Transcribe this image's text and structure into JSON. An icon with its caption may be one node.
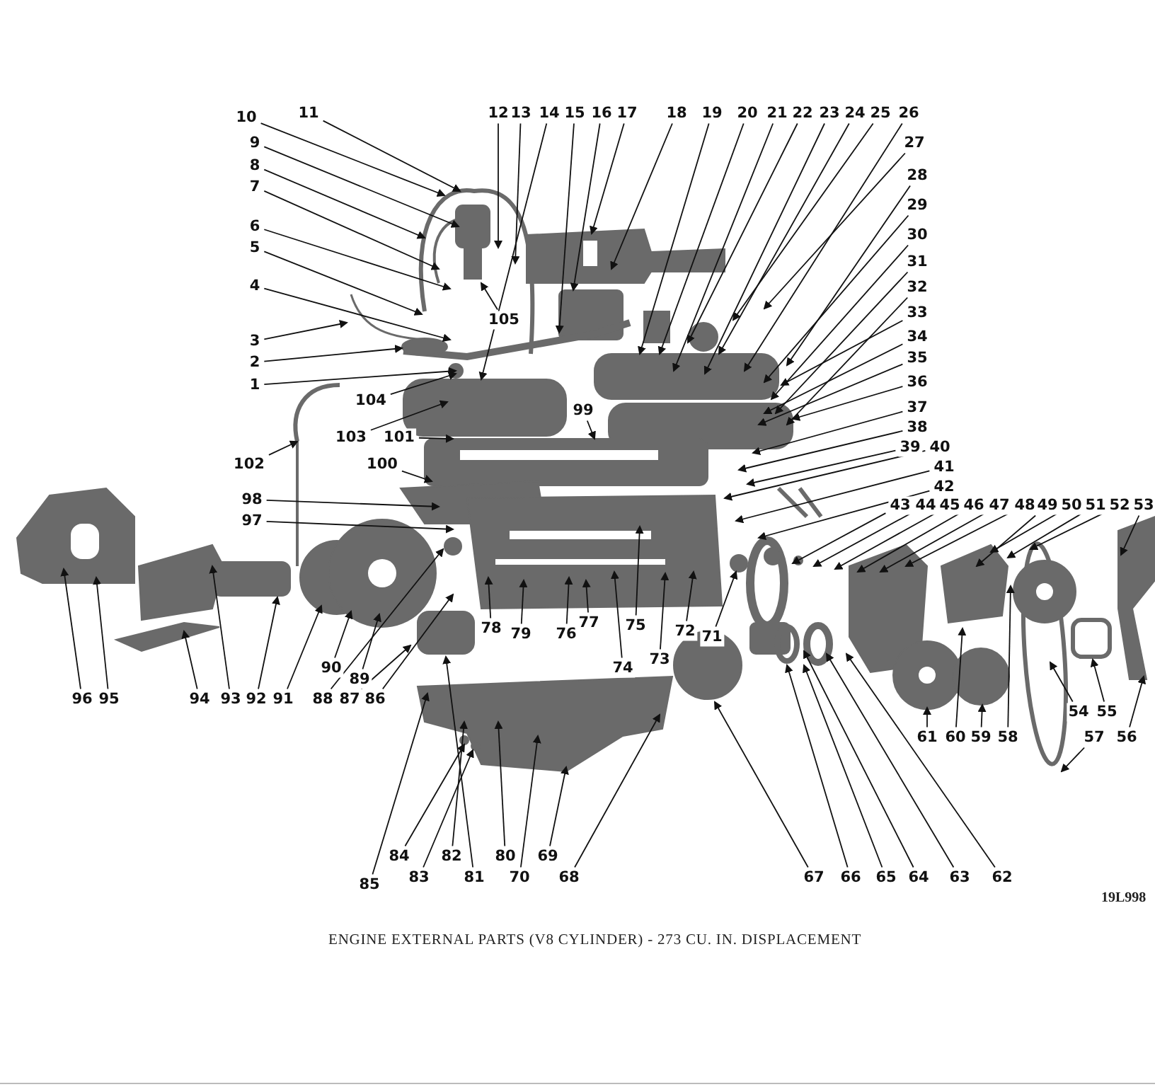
{
  "diagram": {
    "caption": "ENGINE EXTERNAL PARTS (V8 CYLINDER) - 273 CU. IN. DISPLACEMENT",
    "nodes": [
      {
        "text": [
          "1"
        ]
      },
      {
        "text": [
          "2"
        ]
      },
      {
        "text": [
          "3"
        ]
      },
      {
        "text": [
          "4"
        ]
      },
      {
        "text": [
          "5"
        ]
      },
      {
        "text": [
          "6"
        ]
      },
      {
        "text": [
          "7"
        ]
      },
      {
        "text": [
          "8"
        ]
      },
      {
        "text": [
          "9"
        ]
      },
      {
        "text": [
          "10"
        ]
      },
      {
        "text": [
          "11"
        ]
      },
      {
        "text": [
          "12"
        ]
      },
      {
        "text": [
          "13"
        ]
      },
      {
        "text": [
          "14"
        ]
      },
      {
        "text": [
          "15"
        ]
      },
      {
        "text": [
          "16"
        ]
      },
      {
        "text": [
          "17"
        ]
      },
      {
        "text": [
          "18"
        ]
      },
      {
        "text": [
          "19"
        ]
      },
      {
        "text": [
          "20"
        ]
      },
      {
        "text": [
          "21"
        ]
      },
      {
        "text": [
          "22"
        ]
      },
      {
        "text": [
          "23"
        ]
      },
      {
        "text": [
          "24"
        ]
      },
      {
        "text": [
          "25"
        ]
      },
      {
        "text": [
          "26"
        ]
      },
      {
        "text": [
          "27"
        ]
      },
      {
        "text": [
          "28"
        ]
      },
      {
        "text": [
          "29"
        ]
      },
      {
        "text": [
          "30"
        ]
      },
      {
        "text": [
          "31"
        ]
      },
      {
        "text": [
          "32"
        ]
      },
      {
        "text": [
          "33"
        ]
      },
      {
        "text": [
          "34"
        ]
      },
      {
        "text": [
          "35"
        ]
      },
      {
        "text": [
          "36"
        ]
      },
      {
        "text": [
          "37"
        ]
      },
      {
        "text": [
          "38"
        ]
      },
      {
        "text": [
          "39"
        ]
      },
      {
        "text": [
          "40"
        ]
      },
      {
        "text": [
          "41"
        ]
      },
      {
        "text": [
          "42"
        ]
      },
      {
        "text": [
          "43"
        ]
      },
      {
        "text": [
          "44"
        ]
      },
      {
        "text": [
          "45"
        ]
      },
      {
        "text": [
          "46"
        ]
      },
      {
        "text": [
          "47"
        ]
      },
      {
        "text": [
          "48"
        ]
      },
      {
        "text": [
          "49"
        ]
      },
      {
        "text": [
          "50"
        ]
      },
      {
        "text": [
          "51"
        ]
      },
      {
        "text": [
          "52"
        ]
      },
      {
        "text": [
          "53"
        ]
      },
      {
        "text": [
          "54"
        ]
      },
      {
        "text": [
          "55"
        ]
      },
      {
        "text": [
          "56"
        ]
      },
      {
        "text": [
          "57"
        ]
      },
      {
        "text": [
          "58"
        ]
      },
      {
        "text": [
          "59"
        ]
      },
      {
        "text": [
          "60"
        ]
      },
      {
        "text": [
          "61"
        ]
      },
      {
        "text": [
          "62"
        ]
      },
      {
        "text": [
          "63"
        ]
      },
      {
        "text": [
          "64"
        ]
      },
      {
        "text": [
          "65"
        ]
      },
      {
        "text": [
          "66"
        ]
      },
      {
        "text": [
          "67"
        ]
      },
      {
        "text": [
          "68"
        ]
      },
      {
        "text": [
          "69"
        ]
      },
      {
        "text": [
          "70"
        ]
      },
      {
        "text": [
          "71"
        ]
      },
      {
        "text": [
          "72"
        ]
      },
      {
        "text": [
          "73"
        ]
      },
      {
        "text": [
          "74"
        ]
      },
      {
        "text": [
          "75"
        ]
      },
      {
        "text": [
          "76"
        ]
      },
      {
        "text": [
          "77"
        ]
      },
      {
        "text": [
          "78"
        ]
      },
      {
        "text": [
          "79"
        ]
      },
      {
        "text": [
          "80"
        ]
      },
      {
        "text": [
          "81"
        ]
      },
      {
        "text": [
          "82"
        ]
      },
      {
        "text": [
          "83"
        ]
      },
      {
        "text": [
          "84"
        ]
      },
      {
        "text": [
          "85"
        ]
      },
      {
        "text": [
          "86"
        ]
      },
      {
        "text": [
          "87"
        ]
      },
      {
        "text": [
          "88"
        ]
      },
      {
        "text": [
          "89"
        ]
      },
      {
        "text": [
          "90"
        ]
      },
      {
        "text": [
          "91"
        ]
      },
      {
        "text": [
          "92"
        ]
      },
      {
        "text": [
          "93"
        ]
      },
      {
        "text": [
          "94"
        ]
      },
      {
        "text": [
          "95"
        ]
      },
      {
        "text": [
          "96"
        ]
      },
      {
        "text": [
          "97"
        ]
      },
      {
        "text": [
          "98"
        ]
      },
      {
        "text": [
          "99"
        ]
      },
      {
        "text": [
          "100"
        ]
      },
      {
        "text": [
          "101"
        ]
      },
      {
        "text": [
          "102"
        ]
      },
      {
        "text": [
          "103"
        ]
      },
      {
        "text": [
          "104"
        ]
      },
      {
        "text": [
          "105"
        ]
      }
    ],
    "edges": [
      {
        "from": 0,
        "to": null,
        "arrow": "to"
      },
      {
        "from": 1,
        "to": null,
        "arrow": "to"
      },
      {
        "from": 2,
        "to": null,
        "arrow": "to"
      },
      {
        "from": 3,
        "to": null,
        "arrow": "to"
      },
      {
        "from": 4,
        "to": null,
        "arrow": "to"
      },
      {
        "from": 5,
        "to": null,
        "arrow": "to"
      },
      {
        "from": 6,
        "to": null,
        "arrow": "to"
      },
      {
        "from": 7,
        "to": null,
        "arrow": "to"
      },
      {
        "from": 8,
        "to": null,
        "arrow": "to"
      },
      {
        "from": 9,
        "to": null,
        "arrow": "to"
      },
      {
        "from": 10,
        "to": null,
        "arrow": "to"
      },
      {
        "from": 11,
        "to": null,
        "arrow": "to"
      },
      {
        "from": 12,
        "to": null,
        "arrow": "to"
      },
      {
        "from": 13,
        "to": null,
        "arrow": "to"
      },
      {
        "from": 14,
        "to": null,
        "arrow": "to"
      },
      {
        "from": 15,
        "to": null,
        "arrow": "to"
      },
      {
        "from": 16,
        "to": null,
        "arrow": "to"
      },
      {
        "from": 17,
        "to": null,
        "arrow": "to"
      },
      {
        "from": 18,
        "to": null,
        "arrow": "to"
      },
      {
        "from": 19,
        "to": null,
        "arrow": "to"
      },
      {
        "from": 20,
        "to": null,
        "arrow": "to"
      },
      {
        "from": 21,
        "to": null,
        "arrow": "to"
      },
      {
        "from": 22,
        "to": null,
        "arrow": "to"
      },
      {
        "from": 23,
        "to": null,
        "arrow": "to"
      },
      {
        "from": 24,
        "to": null,
        "arrow": "to"
      },
      {
        "from": 25,
        "to": null,
        "arrow": "to"
      },
      {
        "from": 26,
        "to": null,
        "arrow": "to"
      },
      {
        "from": 27,
        "to": null,
        "arrow": "to"
      },
      {
        "from": 28,
        "to": null,
        "arrow": "to"
      },
      {
        "from": 29,
        "to": null,
        "arrow": "to"
      },
      {
        "from": 30,
        "to": null,
        "arrow": "to"
      },
      {
        "from": 31,
        "to": null,
        "arrow": "to"
      },
      {
        "from": 32,
        "to": null,
        "arrow": "to"
      },
      {
        "from": 33,
        "to": null,
        "arrow": "to"
      },
      {
        "from": 34,
        "to": null,
        "arrow": "to"
      },
      {
        "from": 35,
        "to": null,
        "arrow": "to"
      },
      {
        "from": 36,
        "to": null,
        "arrow": "to"
      },
      {
        "from": 37,
        "to": null,
        "arrow": "to"
      },
      {
        "from": 38,
        "to": null,
        "arrow": "to"
      },
      {
        "from": 39,
        "to": null,
        "arrow": "to"
      },
      {
        "from": 40,
        "to": null,
        "arrow": "to"
      },
      {
        "from": 41,
        "to": null,
        "arrow": "to"
      },
      {
        "from": 42,
        "to": null,
        "arrow": "to"
      },
      {
        "from": 43,
        "to": null,
        "arrow": "to"
      },
      {
        "from": 44,
        "to": null,
        "arrow": "to"
      },
      {
        "from": 45,
        "to": null,
        "arrow": "to"
      },
      {
        "from": 46,
        "to": null,
        "arrow": "to"
      },
      {
        "from": 47,
        "to": null,
        "arrow": "to"
      },
      {
        "from": 48,
        "to": null,
        "arrow": "to"
      },
      {
        "from": 49,
        "to": null,
        "arrow": "to"
      },
      {
        "from": 50,
        "to": null,
        "arrow": "to"
      },
      {
        "from": 51,
        "to": null,
        "arrow": "to"
      },
      {
        "from": 52,
        "to": null,
        "arrow": "to"
      },
      {
        "from": 53,
        "to": null,
        "arrow": "to"
      },
      {
        "from": 54,
        "to": null,
        "arrow": "to"
      },
      {
        "from": 55,
        "to": null,
        "arrow": "to"
      },
      {
        "from": 56,
        "to": null,
        "arrow": "to"
      },
      {
        "from": 57,
        "to": null,
        "arrow": "to"
      },
      {
        "from": 58,
        "to": null,
        "arrow": "to"
      },
      {
        "from": 59,
        "to": null,
        "arrow": "to"
      },
      {
        "from": 60,
        "to": null,
        "arrow": "to"
      },
      {
        "from": 61,
        "to": null,
        "arrow": "to"
      },
      {
        "from": 62,
        "to": null,
        "arrow": "to"
      },
      {
        "from": 63,
        "to": null,
        "arrow": "to"
      },
      {
        "from": 64,
        "to": null,
        "arrow": "to"
      },
      {
        "from": 65,
        "to": null,
        "arrow": "to"
      },
      {
        "from": 66,
        "to": null,
        "arrow": "to"
      },
      {
        "from": 67,
        "to": null,
        "arrow": "to"
      },
      {
        "from": 68,
        "to": null,
        "arrow": "to"
      },
      {
        "from": 69,
        "to": null,
        "arrow": "to"
      },
      {
        "from": 70,
        "to": null,
        "arrow": "to"
      },
      {
        "from": 71,
        "to": null,
        "arrow": "to"
      },
      {
        "from": 72,
        "to": null,
        "arrow": "to"
      },
      {
        "from": 73,
        "to": null,
        "arrow": "to"
      },
      {
        "from": 74,
        "to": null,
        "arrow": "to"
      },
      {
        "from": 75,
        "to": null,
        "arrow": "to"
      },
      {
        "from": 76,
        "to": null,
        "arrow": "to"
      },
      {
        "from": 77,
        "to": null,
        "arrow": "to"
      },
      {
        "from": 78,
        "to": null,
        "arrow": "to"
      },
      {
        "from": 79,
        "to": null,
        "arrow": "to"
      },
      {
        "from": 80,
        "to": null,
        "arrow": "to"
      },
      {
        "from": 81,
        "to": null,
        "arrow": "to"
      },
      {
        "from": 82,
        "to": null,
        "arrow": "to"
      },
      {
        "from": 83,
        "to": null,
        "arrow": "to"
      },
      {
        "from": 84,
        "to": null,
        "arrow": "to"
      },
      {
        "from": 85,
        "to": null,
        "arrow": "to"
      },
      {
        "from": 86,
        "to": null,
        "arrow": "to"
      },
      {
        "from": 87,
        "to": null,
        "arrow": "to"
      },
      {
        "from": 88,
        "to": null,
        "arrow": "to"
      },
      {
        "from": 89,
        "to": null,
        "arrow": "to"
      },
      {
        "from": 90,
        "to": null,
        "arrow": "to"
      },
      {
        "from": 91,
        "to": null,
        "arrow": "to"
      },
      {
        "from": 92,
        "to": null,
        "arrow": "to"
      },
      {
        "from": 93,
        "to": null,
        "arrow": "to"
      },
      {
        "from": 94,
        "to": null,
        "arrow": "to"
      },
      {
        "from": 95,
        "to": null,
        "arrow": "to"
      },
      {
        "from": 96,
        "to": null,
        "arrow": "to"
      },
      {
        "from": 97,
        "to": null,
        "arrow": "to"
      },
      {
        "from": 98,
        "to": null,
        "arrow": "to"
      },
      {
        "from": 99,
        "to": null,
        "arrow": "to"
      },
      {
        "from": 100,
        "to": null,
        "arrow": "to"
      },
      {
        "from": 101,
        "to": null,
        "arrow": "to"
      },
      {
        "from": 102,
        "to": null,
        "arrow": "to"
      },
      {
        "from": 103,
        "to": null,
        "arrow": "to"
      },
      {
        "from": 104,
        "to": null,
        "arrow": "to"
      }
    ],
    "labels": [
      "19L998"
    ]
  }
}
